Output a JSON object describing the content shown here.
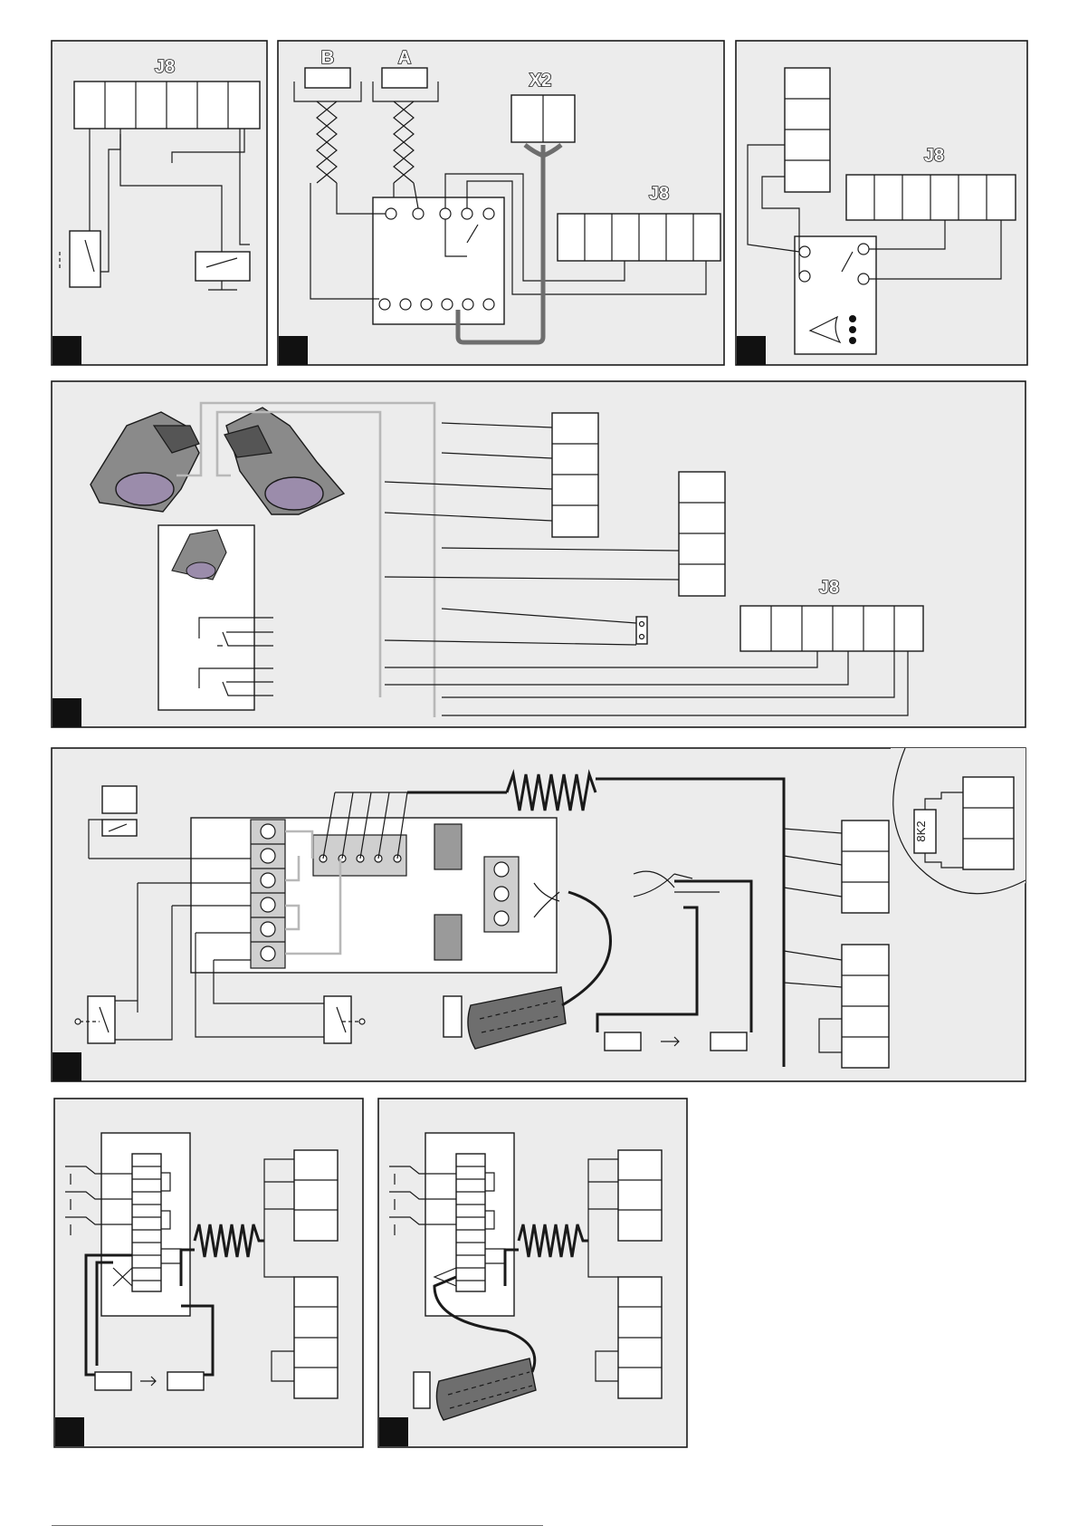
{
  "labels": {
    "j8": "J8",
    "b": "B",
    "a": "A",
    "x2": "X2",
    "resistor_8k2": "8K2"
  },
  "colors": {
    "panel_bg": "#ececec",
    "line": "#1a1a1a",
    "gray_wire": "#b8b8b8",
    "cable": "#6e6e6e",
    "device_shell": "#8a8a8a",
    "lens": "#9b8cab"
  },
  "icons": [
    "switch-icon",
    "relay-icon",
    "photocell-icon",
    "sensitive-edge-icon",
    "spring-cable-icon",
    "flashing-lamp-icon",
    "resistor-icon"
  ]
}
